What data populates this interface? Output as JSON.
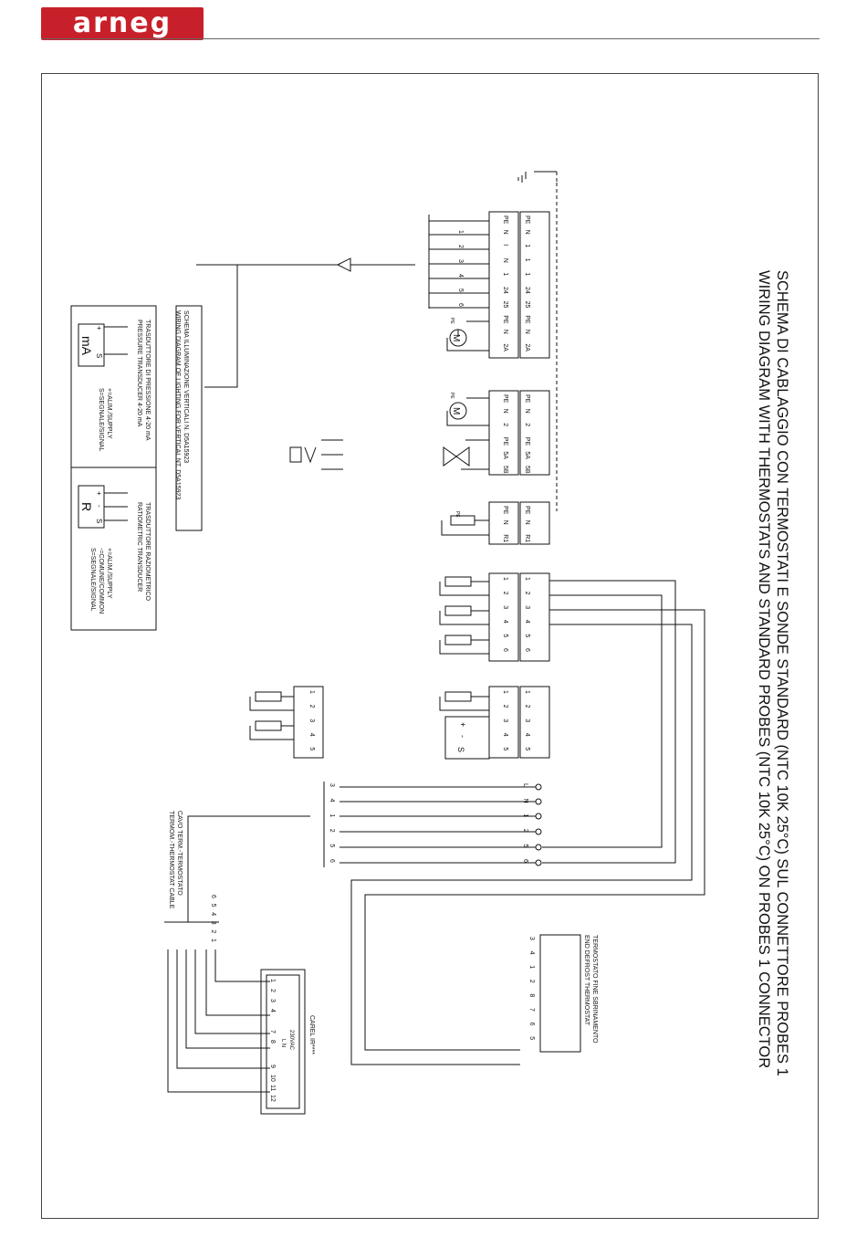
{
  "brand": {
    "logo": "arneg",
    "color": "#c8202a"
  },
  "title": {
    "line1": "SCHEMA DI CABLAGGIO CON TERMOSTATI E SONDE STANDARD (NTC 10K 25°C) SUL CONNETTORE PROBES 1",
    "line2": "WIRING DIAGRAM WITH THERMOSTATS AND STANDARD PROBES (NTC 10K 25°C) ON PROBES 1 CONNECTOR"
  },
  "lighting_box": {
    "line1": "SCHEMA ILLUMINAZIONE VERTICALI N. D5A15923",
    "line2": "WIRING DIAGRAM OF LIGHTING FOR VERTICAL NT. D5A15923"
  },
  "pressure_transducer": {
    "line1": "TRASDUTTORE DI PRESSIONE 4-20 mA",
    "line2": "PRESSURE TRANSDUCER 4-20 mA",
    "symbol": "mA",
    "plus": "+",
    "s": "S",
    "legend1": "+=ALIM./SUPPLY",
    "legend2": "S=SEGNALE/SIGNAL"
  },
  "ratiometric_transducer": {
    "line1": "TRASDUTTORE RAZIOMETRICO",
    "line2": "RATIOMETRIC TRANSDUCER",
    "symbol": "R",
    "plus": "+",
    "minus": "-",
    "s": "S",
    "legend1": "+=ALIM./SUPPLY",
    "legend2": "-=COMUNE/COMMON",
    "legend3": "S=SEGNALE/SIGNAL"
  },
  "thermostat_cable": {
    "line1": "CAVO TERM.-TERMOSTATO",
    "line2": "TERMOM.-THERMOSTAT CABLE"
  },
  "carel": {
    "label": "CAREL IR****",
    "voltage": "230VAC",
    "ln": "L N"
  },
  "end_defrost": {
    "line1": "TERMOSTATO FINE SBRINAMENTO",
    "line2": "END DEFROST THERMOSTAT",
    "pins": [
      "3",
      "4",
      "1",
      "2",
      "8",
      "7",
      "6",
      "5"
    ]
  },
  "connectors": {
    "power1": [
      "PE",
      "N",
      "1",
      "1",
      "1",
      "24",
      "25",
      "PE",
      "N",
      "2A"
    ],
    "power1_inner": [
      "PE",
      "N",
      "I",
      "N",
      "1",
      "24",
      "25",
      "PE",
      "N",
      "2A"
    ],
    "power2": [
      "PE",
      "N",
      "2",
      "PE",
      "5A",
      "5B"
    ],
    "power3": [
      "PE",
      "N",
      "R1"
    ],
    "probes": [
      "1",
      "2",
      "3",
      "4",
      "5",
      "6"
    ],
    "probes2": [
      "1",
      "2",
      "3",
      "4",
      "5"
    ],
    "probes3": [
      "1",
      "2",
      "3",
      "4",
      "5"
    ],
    "terminals": [
      "L",
      "N",
      "1",
      "2",
      "5",
      "6"
    ],
    "relay_blocks": [
      "1",
      "2",
      "3",
      "4",
      "5",
      "6"
    ],
    "cable_pins": [
      "1",
      "2",
      "3",
      "4",
      "5",
      "6"
    ],
    "term_strip": [
      "3",
      "4",
      "1",
      "2",
      "5",
      "6"
    ],
    "carel_pins1": [
      "1",
      "2",
      "3",
      "4"
    ],
    "carel_pins2": [
      "7",
      "8"
    ],
    "carel_pins3": [
      "9",
      "10",
      "11",
      "12"
    ],
    "motor": "M",
    "pe": "PE",
    "s": "S",
    "plus": "+",
    "minus": "-"
  }
}
